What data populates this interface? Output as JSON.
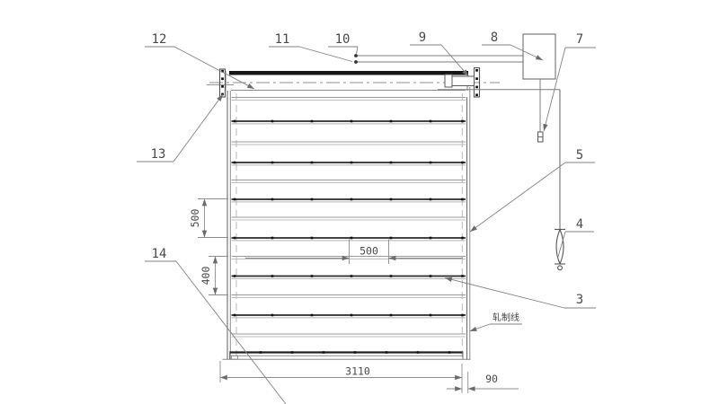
{
  "drawing": {
    "type": "engineering-drawing",
    "subject": "roll-up door / shutter elevation with hoist and counterweight",
    "callouts": {
      "c3": "3",
      "c4": "4",
      "c5": "5",
      "c7": "7",
      "c8": "8",
      "c9": "9",
      "c10": "10",
      "c11": "11",
      "c12": "12",
      "c13": "13",
      "c14": "14"
    },
    "dimensions": {
      "rib_spacing_500_v": "500",
      "rib_spacing_400_v": "400",
      "rib_spacing_500_h": "500",
      "door_width": "3110",
      "track_offset": "90"
    },
    "annotations": {
      "rolling_line": "轧制线"
    },
    "colors": {
      "line": "#808080",
      "light_line": "#a8a8a8",
      "dark": "#1e1e1e",
      "text": "#4a4a4a",
      "background": "#ffffff"
    }
  }
}
